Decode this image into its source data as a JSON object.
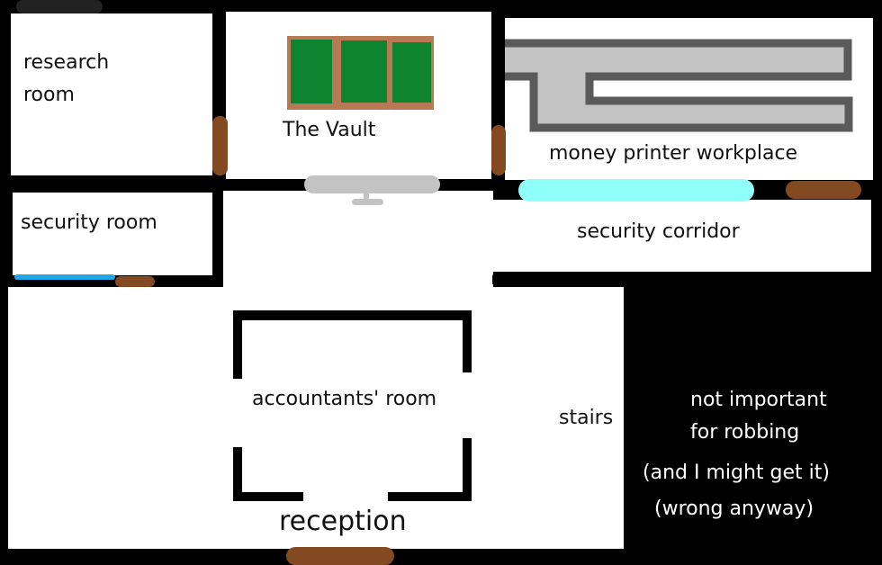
{
  "rooms": {
    "research": {
      "label_line1": "research",
      "label_line2": "room"
    },
    "vault": {
      "label": "The Vault"
    },
    "printer": {
      "label": "money printer workplace"
    },
    "security_room": {
      "label": "security room"
    },
    "security_corridor": {
      "label": "security corridor"
    },
    "accountants": {
      "label": "accountants' room"
    },
    "stairs": {
      "label": "stairs"
    },
    "reception": {
      "label": "reception"
    }
  },
  "note": {
    "line1": "not important",
    "line2": "for robbing",
    "line3": "(and I might get it)",
    "line4": "(wrong anyway)"
  },
  "colors": {
    "wall": "#000000",
    "floor": "#ffffff",
    "door": "#834a22",
    "vault_frame": "#b87a55",
    "vault_money": "#0e8431",
    "printer_outline": "#5a5a5a",
    "printer_fill": "#c3c3c3",
    "vault_door": "#c3c3c3",
    "laser_cyan": "#8ffffa",
    "laser_blue": "#1fa7e8"
  }
}
